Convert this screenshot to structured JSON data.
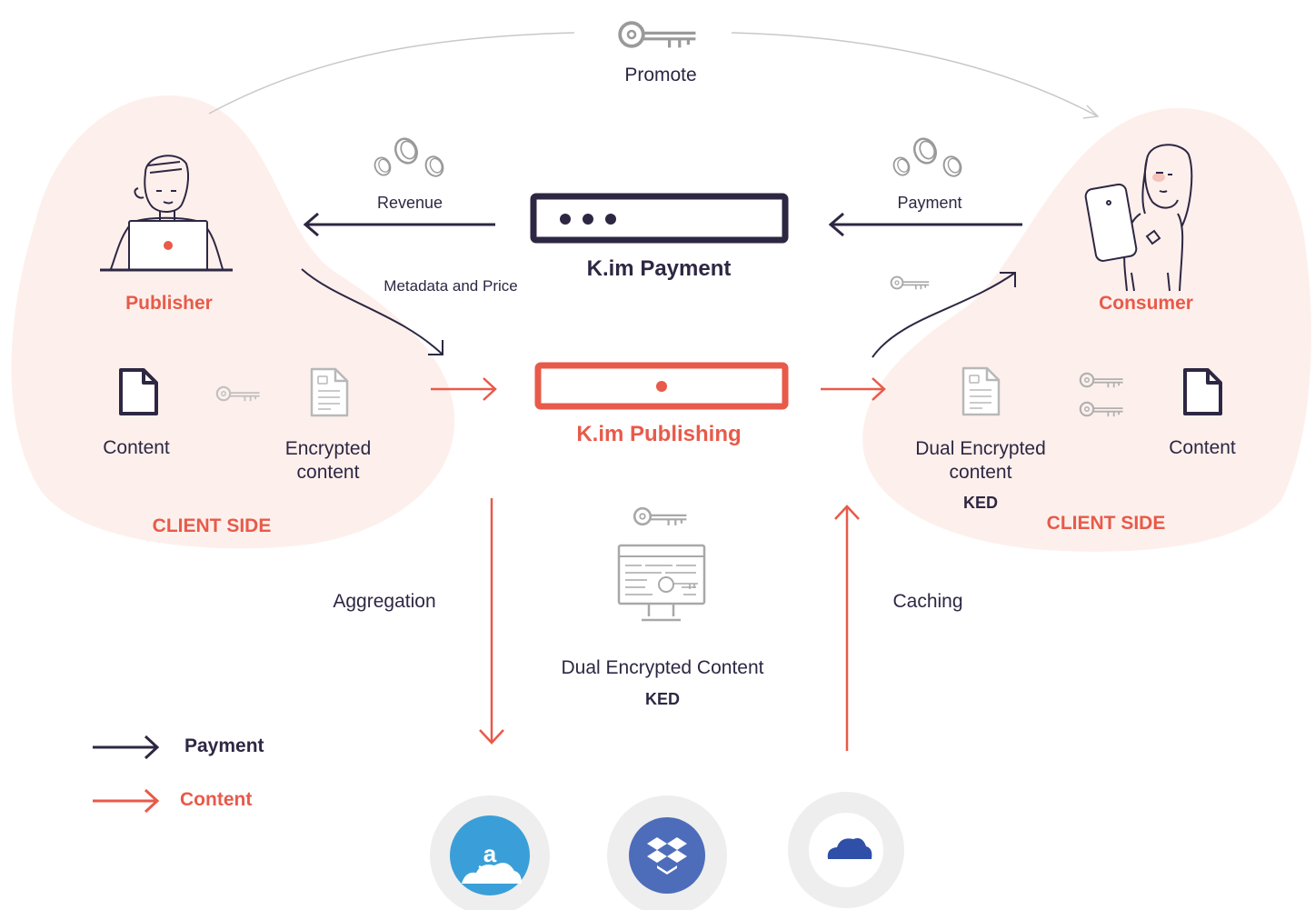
{
  "top": {
    "promote": "Promote"
  },
  "payment_flow": {
    "revenue": "Revenue",
    "payment": "Payment",
    "metadata_and_price": "Metadata and Price",
    "kim_payment": "K.im Payment"
  },
  "publishing": {
    "kim_publishing": "K.im Publishing"
  },
  "publisher": {
    "title": "Publisher",
    "content": "Content",
    "encrypted_line1": "Encrypted",
    "encrypted_line2": "content",
    "client_side": "CLIENT SIDE"
  },
  "consumer": {
    "title": "Consumer",
    "dual_line1": "Dual Encrypted",
    "dual_line2": "content",
    "ked": "KED",
    "content": "Content",
    "client_side": "CLIENT SIDE"
  },
  "center": {
    "aggregation": "Aggregation",
    "caching": "Caching",
    "dual_encrypted_content": "Dual Encrypted Content",
    "ked": "KED"
  },
  "legend": {
    "payment": "Payment",
    "content": "Content"
  },
  "storage": [
    "amazon-cloud-icon",
    "dropbox-icon",
    "onedrive-icon"
  ],
  "colors": {
    "dark": "#2e2743",
    "red": "#e85a4a",
    "blob": "#fdf0ec",
    "gray": "#c4c4c4",
    "amazon": "#3a9fd8",
    "dropbox": "#4d6dba",
    "onedrive": "#2f4fa8"
  }
}
